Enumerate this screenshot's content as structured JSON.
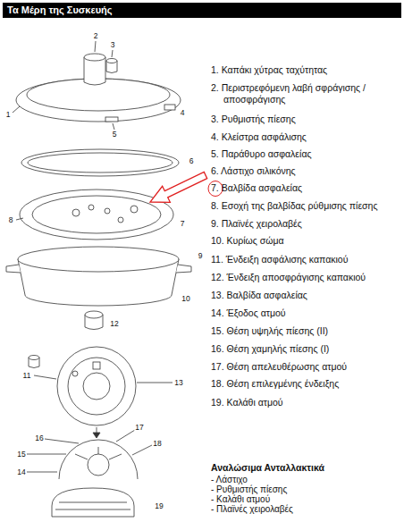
{
  "diagram": {
    "title": "Τα Μέρη της Συσκευής",
    "labels": [
      "1. Καπάκι χύτρας ταχύτητας",
      "2. Περιστρεφόμενη λαβή σφράγισης /αποσφράγισης",
      "3. Ρυθμιστής πίεσης",
      "4. Κλείστρα ασφάλισης",
      "5. Παράθυρο ασφαλείας",
      "6. Λάστιχο σιλικόνης",
      "7. Βαλβίδα ασφαλείας",
      "8. Εσοχή της βαλβίδας ρύθμισης πίεσης",
      "9. Πλαϊνές χειρολαβές",
      "10. Κυρίως σώμα",
      "11. Ένδειξη ασφάλισης καπακιού",
      "12. Ένδειξη αποσφράγισης καπακιού",
      "13. Βαλβίδα ασφαλείας",
      "14. Έξοδος ατμού",
      "15. Θέση υψηλής πίεσης (ΙΙ)",
      "16. Θέση χαμηλής πίεσης (Ι)",
      "17. Θέση απελευθέρωσης ατμού",
      "18. Θέση επιλεγμένης ένδειξης",
      "19. Καλάθι ατμού",
      "Αναλώσιμα Ανταλλακτικά",
      "- Λάστιχο",
      "- Ρυθμιστής πίεσης",
      "- Καλάθι ατμού",
      "- Πλαϊνές χειρολαβές",
      "1",
      "2",
      "3",
      "4",
      "5",
      "6",
      "7",
      "8",
      "9",
      "10",
      "11",
      "12",
      "13",
      "14",
      "15",
      "16",
      "17",
      "18",
      "19"
    ]
  }
}
